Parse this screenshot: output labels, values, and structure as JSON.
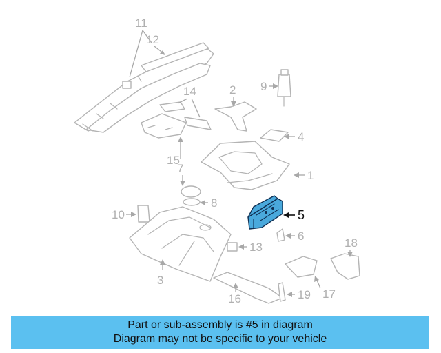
{
  "diagram": {
    "highlight_color": "#4aa9dc",
    "highlighted_part": "5",
    "callouts": [
      "1",
      "2",
      "3",
      "4",
      "5",
      "6",
      "7",
      "8",
      "9",
      "10",
      "11",
      "12",
      "13",
      "14",
      "15",
      "16",
      "17",
      "18",
      "19"
    ]
  },
  "banner": {
    "color": "#5bc0f0",
    "line1": "Part or sub-assembly is #5 in diagram",
    "line2": "Diagram may not be specific to your vehicle"
  }
}
